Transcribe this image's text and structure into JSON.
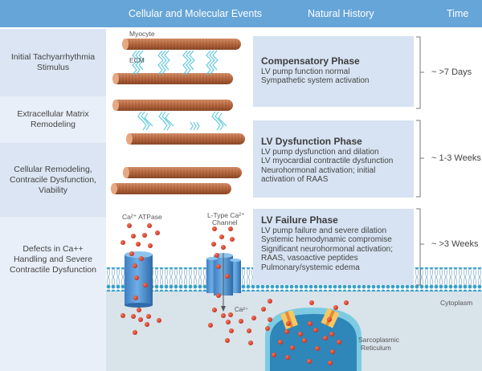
{
  "header": {
    "col1": "Cellular and Molecular Events",
    "col2": "Natural History",
    "col3": "Time"
  },
  "events": [
    "Initial Tachyarrhythmia Stimulus",
    "Extracellular Matrix Remodeling",
    "Cellular Remodeling, Contracile Dysfunction, Viability",
    "Defects in Ca++ Handling and Severe Contractile Dysfunction"
  ],
  "phases": [
    {
      "title": "Compensatory Phase",
      "lines": [
        "LV pump function normal",
        "Sympathetic system activation"
      ],
      "time": "~ >7 Days"
    },
    {
      "title": "LV Dysfunction Phase",
      "lines": [
        "LV pump dysfunction and dilation",
        "LV myocardial contractile dysfunction",
        "Neurohormonal activation; initial",
        "activation of RAAS"
      ],
      "time": "~ 1-3 Weeks"
    },
    {
      "title": "LV Failure Phase",
      "lines": [
        "LV pump failure and severe dilation",
        "Systemic hemodynamic compromise",
        "Significant neurohormonal activation;",
        "RAAS, vasoactive peptides",
        "Pulmonary/systemic edema"
      ],
      "time": "~ >3 Weeks"
    }
  ],
  "labels": {
    "myocyte": "Myocyte",
    "ecm": "ECM",
    "atpase": "Ca²⁺ ATPase",
    "ltype1": "L-Type Ca²⁺",
    "ltype2": "Channel",
    "ca": "Ca²⁺",
    "cytoplasm": "Cytoplasm",
    "sr1": "Sarcoplasmic",
    "sr2": "Reticulum"
  },
  "colors": {
    "header": "#66a5d8",
    "phase_box": "#d7e3f2",
    "fiber": "#b8683f",
    "ecm": "#4cc3dc",
    "calcium": "#d7321f",
    "channel": "#4a8fd0",
    "cytoplasm": "#d9e3ea"
  }
}
